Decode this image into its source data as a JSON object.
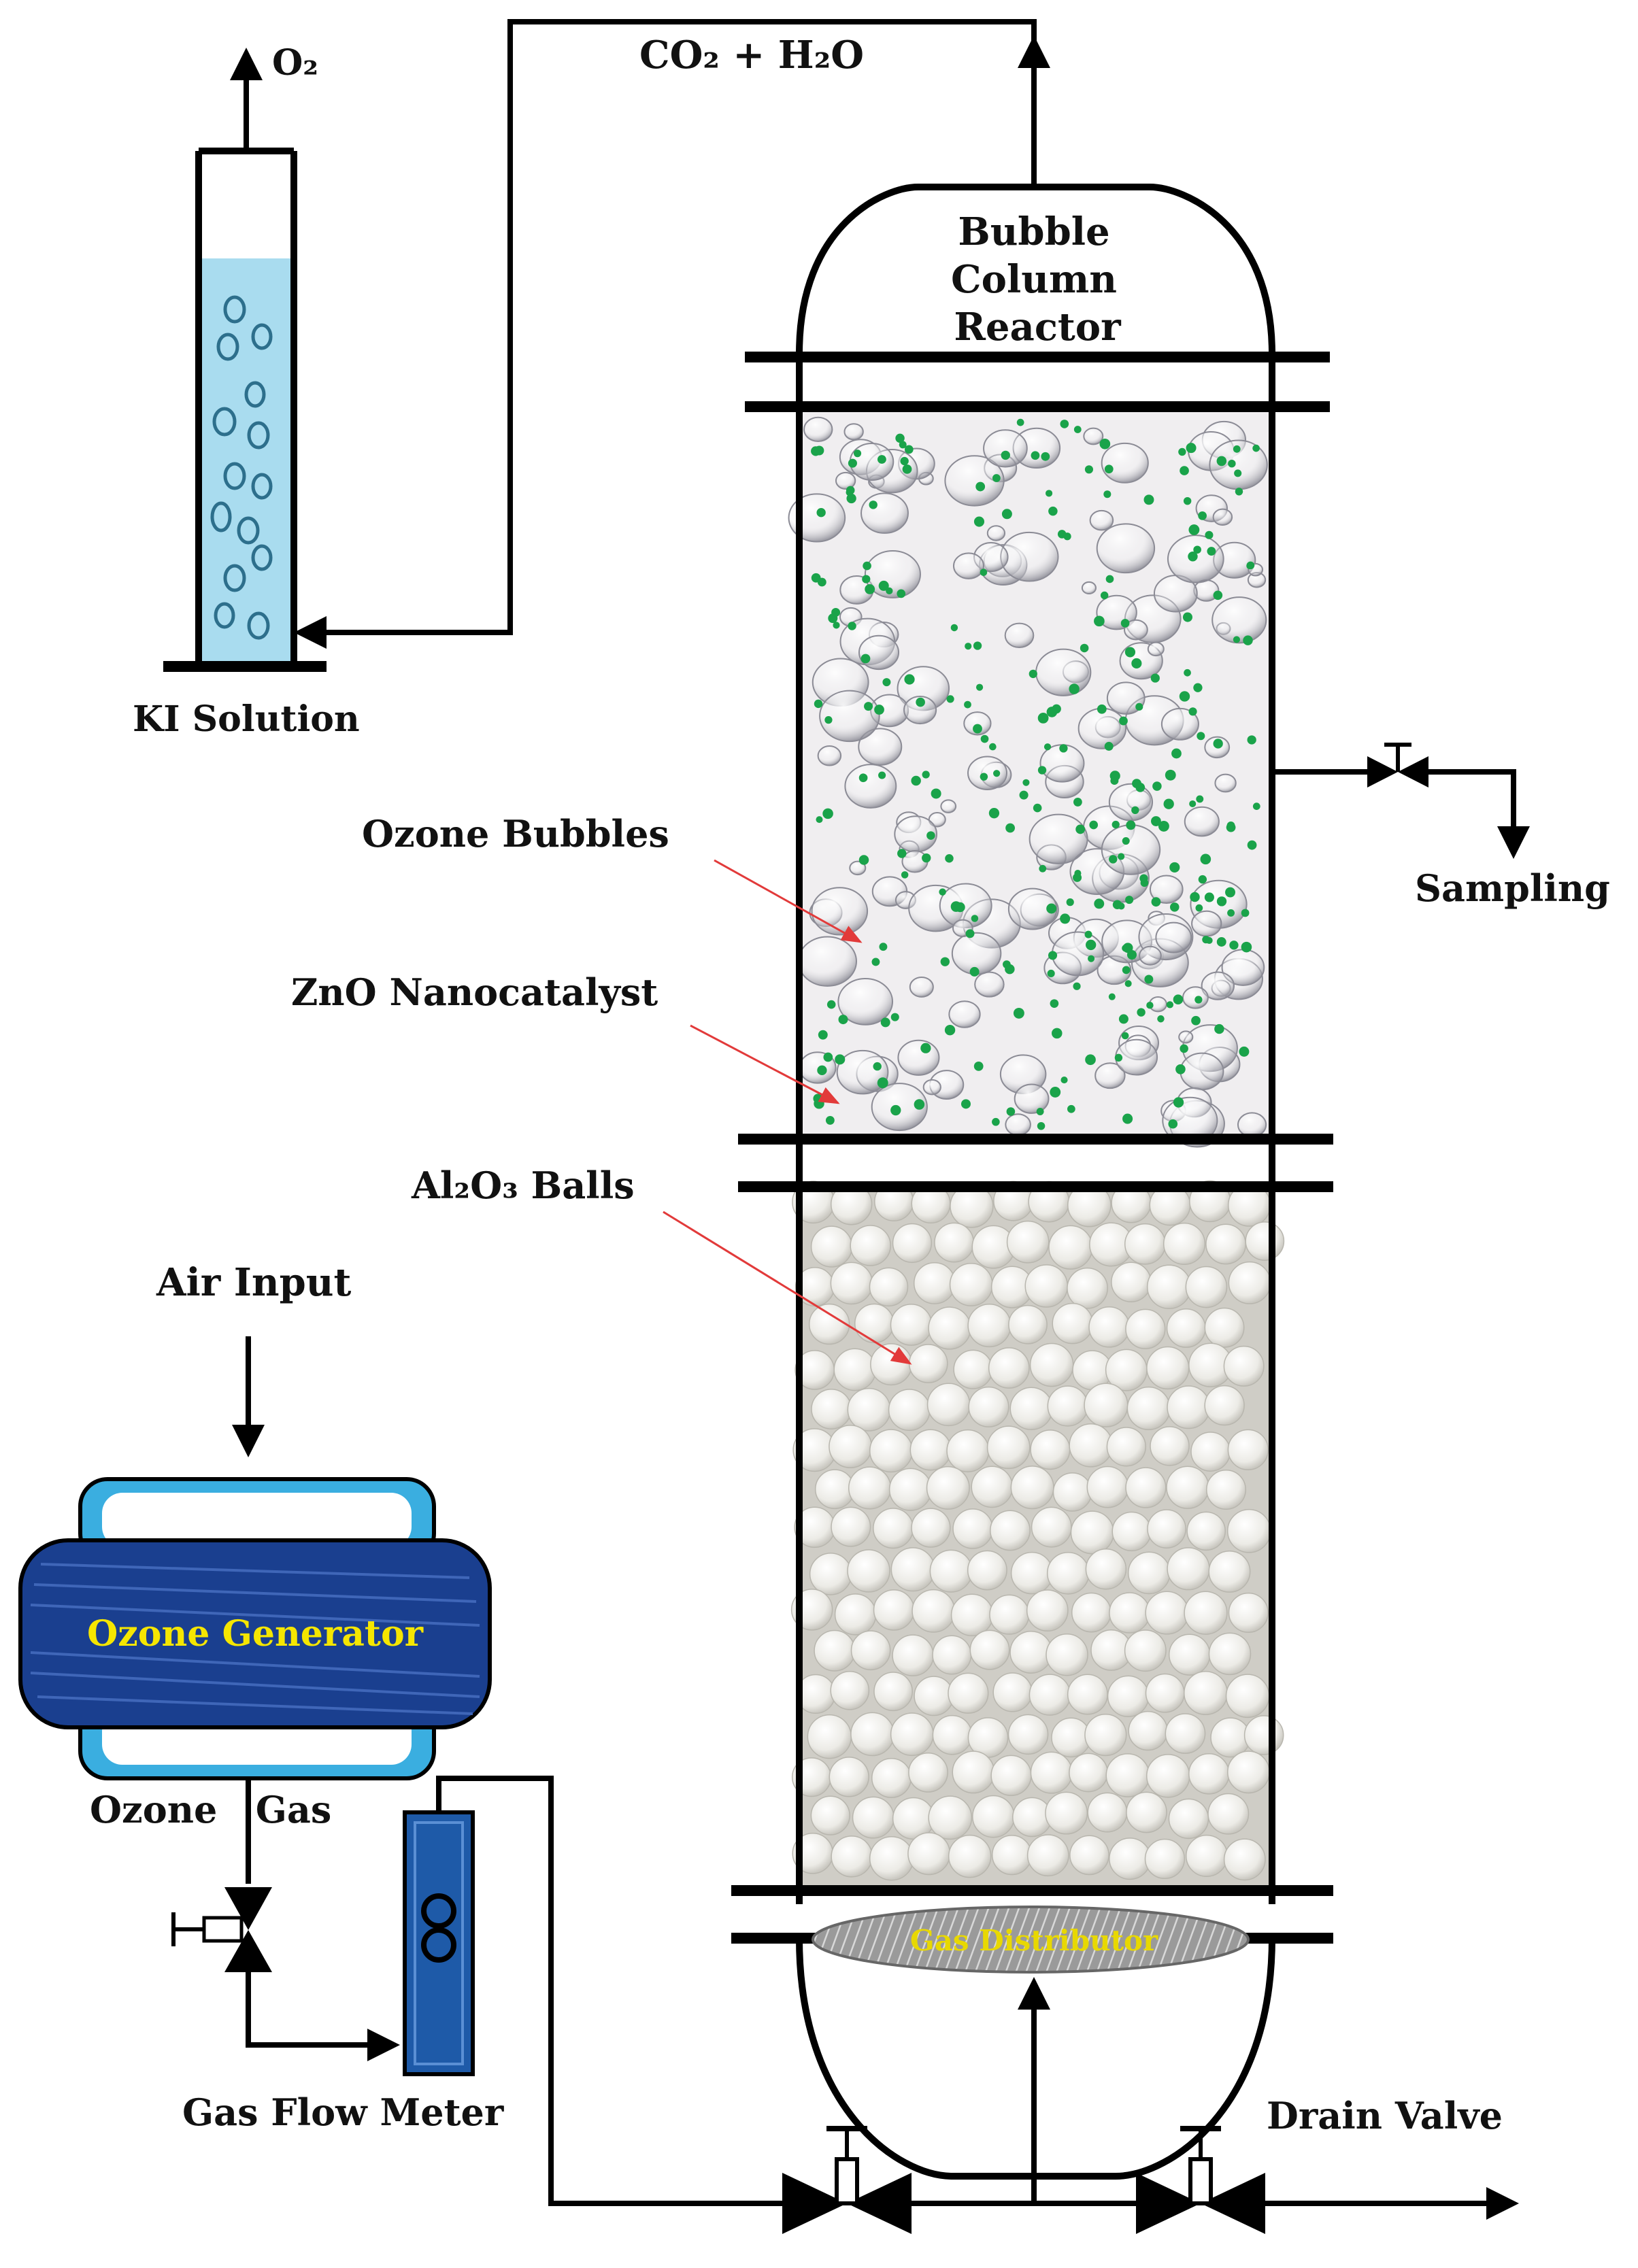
{
  "labels": {
    "o2": "O₂",
    "co2_h2o": "CO₂ + H₂O",
    "reactor_line1": "Bubble",
    "reactor_line2": "Column",
    "reactor_line3": "Reactor",
    "ki_solution": "KI Solution",
    "ozone_bubbles": "Ozone Bubbles",
    "zno": "ZnO Nanocatalyst",
    "al2o3": "Al₂O₃ Balls",
    "sampling": "Sampling",
    "air_input": "Air Input",
    "ozone_generator": "Ozone Generator",
    "ozone_gas": "Ozone   Gas",
    "gas_flow_meter": "Gas Flow Meter",
    "gas_distributor": "Gas Distributor",
    "drain_valve": "Drain Valve"
  },
  "colors": {
    "ki_liquid": "#a9dcef",
    "generator_body": "#1a3f8f",
    "generator_rim": "#3aaee0",
    "flowmeter": "#1e5aa8",
    "catalyst": "#1aa34a",
    "pointer": "#e23a3a",
    "label_yellow": "#f5e600"
  }
}
